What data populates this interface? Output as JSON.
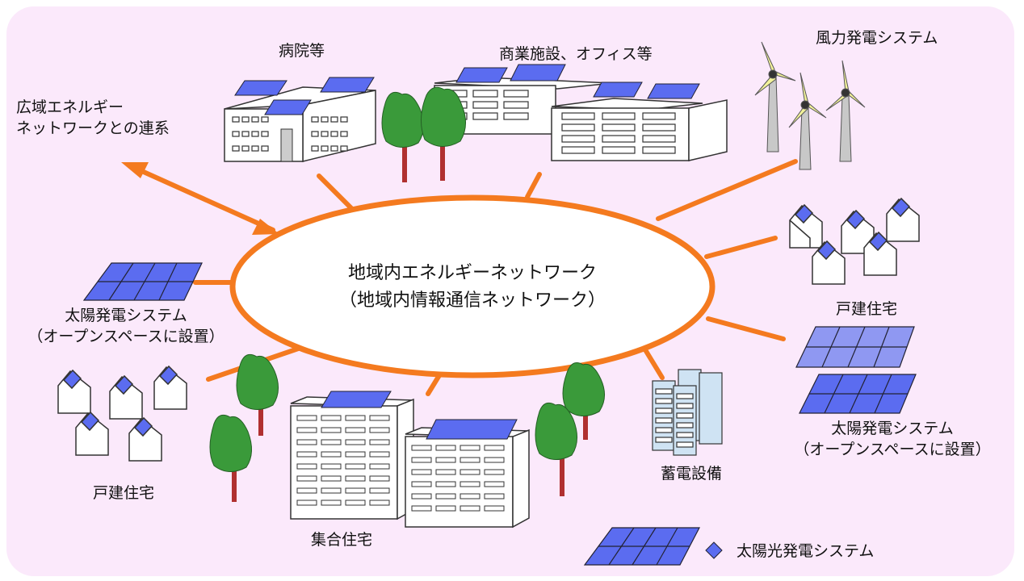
{
  "hub": {
    "line1": "地域内エネルギーネットワーク",
    "line2": "（地域内情報通信ネットワーク）"
  },
  "labels": {
    "hospital": "病院等",
    "commercial": "商業施設、オフィス等",
    "wind": "風力発電システム",
    "wide_area_1": "広域エネルギー",
    "wide_area_2": "ネットワークとの連系",
    "solar_open_left_1": "太陽発電システム",
    "solar_open_left_2": "（オープンスペースに設置）",
    "houses_right": "戸建住宅",
    "solar_open_right_1": "太陽発電システム",
    "solar_open_right_2": "（オープンスペースに設置）",
    "houses_left": "戸建住宅",
    "apartments": "集合住宅",
    "storage": "蓄電設備"
  },
  "legend": {
    "label": "太陽光発電システム",
    "icon": "solar-panel-diamond-icon"
  },
  "colors": {
    "background_panel": "#fbe9fb",
    "network_line": "#f47a1f",
    "solar_panel": "#5b6cf0",
    "solar_panel_light": "#8f98f2",
    "tree": "#3a9a3a",
    "trunk": "#b03030"
  }
}
